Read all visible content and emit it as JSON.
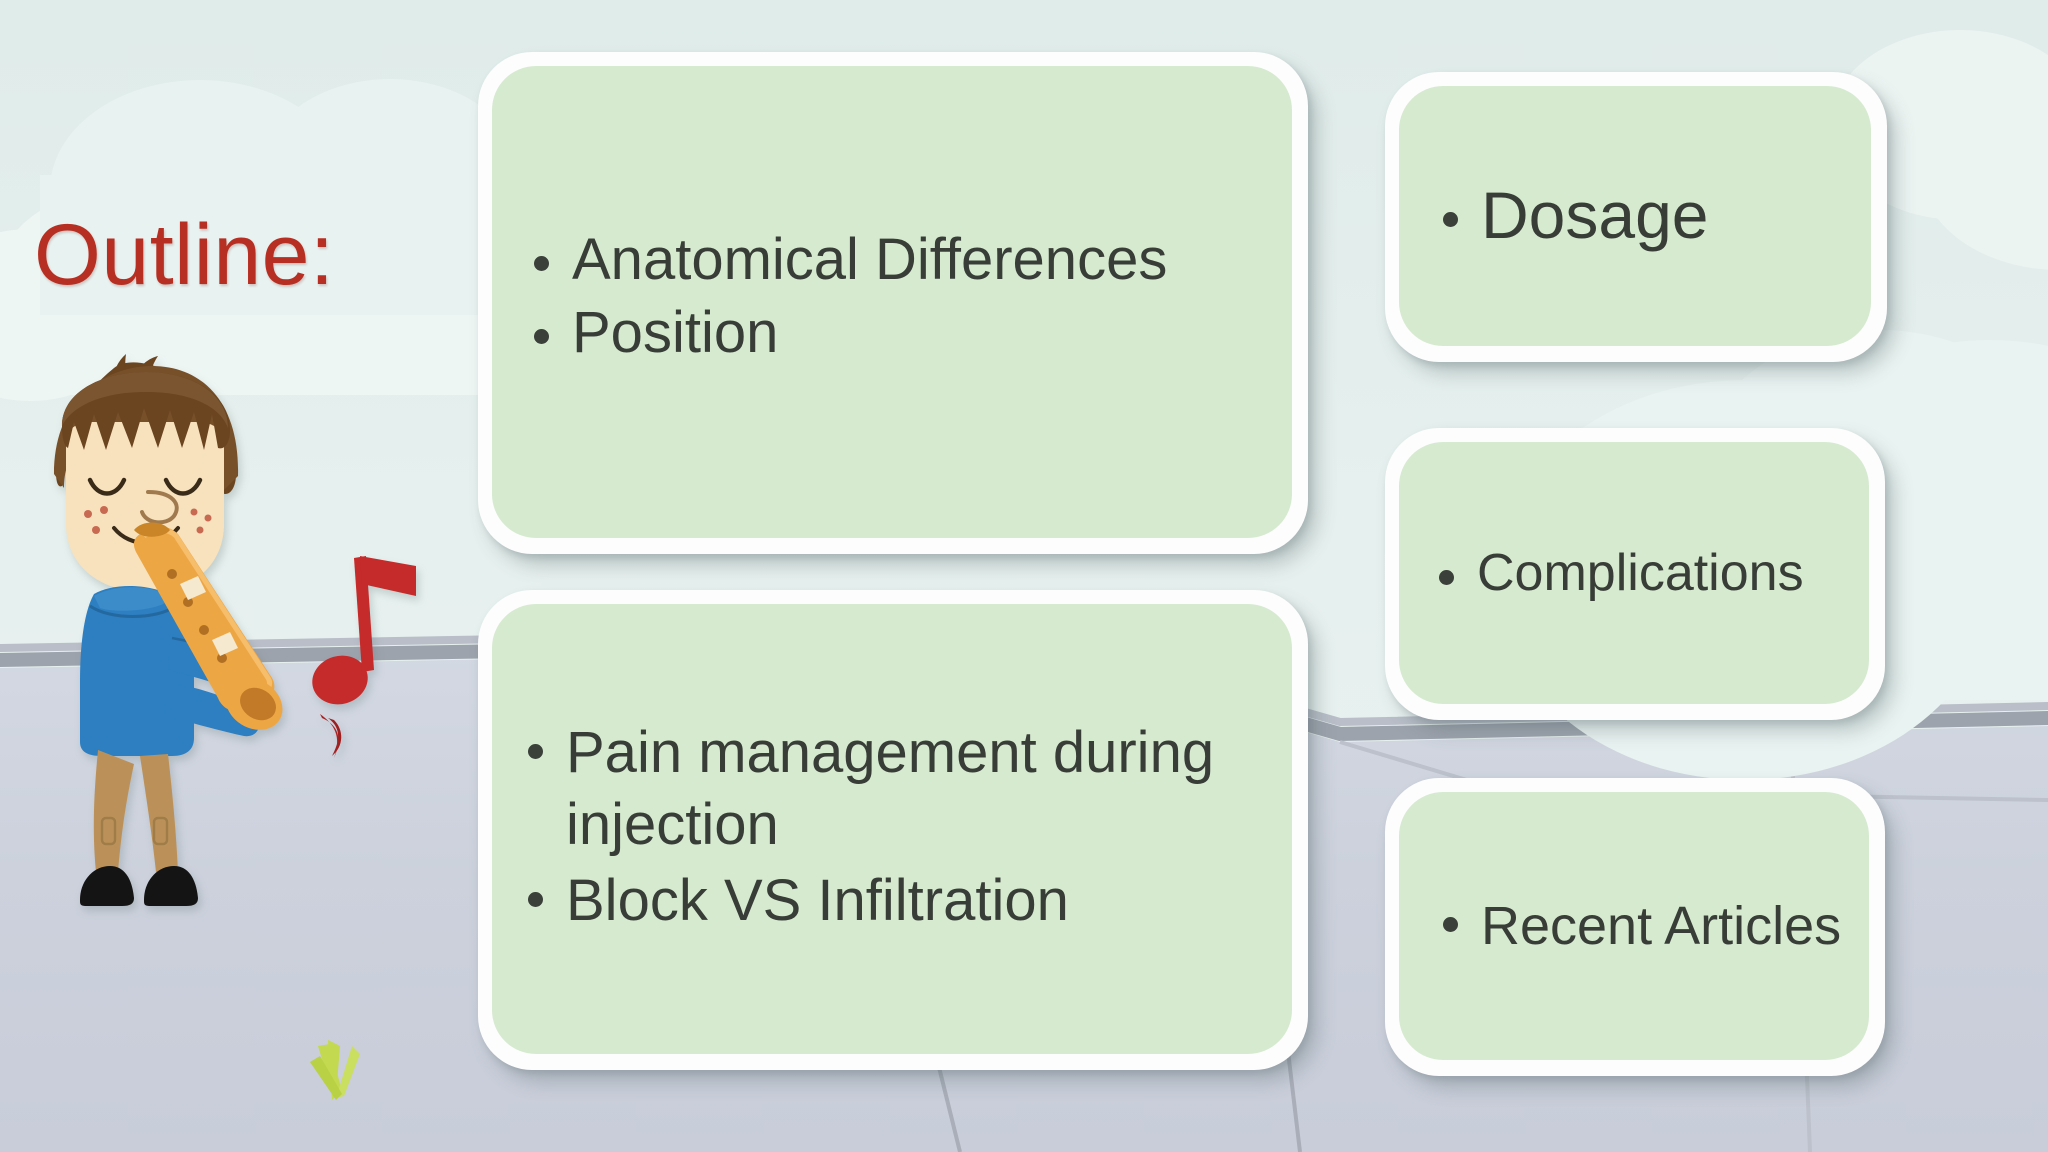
{
  "slide": {
    "title": "Outline:",
    "title_color": "#b72f22",
    "background_color": "#e4efec",
    "ground_color": "#ced3de",
    "card_fill_color": "#d6ead0",
    "card_frame_color": "#fdfdfd",
    "text_color": "#383d37"
  },
  "cards": [
    {
      "id": "anatomical",
      "name": "anatomical-card",
      "bullets": [
        "Anatomical Differences",
        "Position"
      ]
    },
    {
      "id": "pain",
      "name": "pain-management-card",
      "bullets": [
        "Pain management during injection",
        "Block VS Infiltration"
      ]
    },
    {
      "id": "dosage",
      "name": "dosage-card",
      "bullets": [
        "Dosage"
      ]
    },
    {
      "id": "complications",
      "name": "complications-card",
      "bullets": [
        "Complications"
      ]
    },
    {
      "id": "recent",
      "name": "recent-articles-card",
      "bullets": [
        "Recent Articles"
      ]
    }
  ],
  "illustration": {
    "name": "boy-playing-recorder",
    "description": "Cartoon boy with brown bowl-cut hair playing an orange recorder flute",
    "colors": {
      "hair": "#6b4420",
      "skin": "#f7e2bd",
      "shirt": "#2d7fc1",
      "pants": "#bb9159",
      "shoes": "#141414",
      "flute": "#eda644",
      "note": "#c52b2b"
    },
    "music_note": "eighth-note"
  },
  "scenery": {
    "clouds": "white puffy clouds along the horizon and upper right",
    "grass_tuft_color": "#c3d94f",
    "pavement_crack_color": "#9ba0ab"
  }
}
